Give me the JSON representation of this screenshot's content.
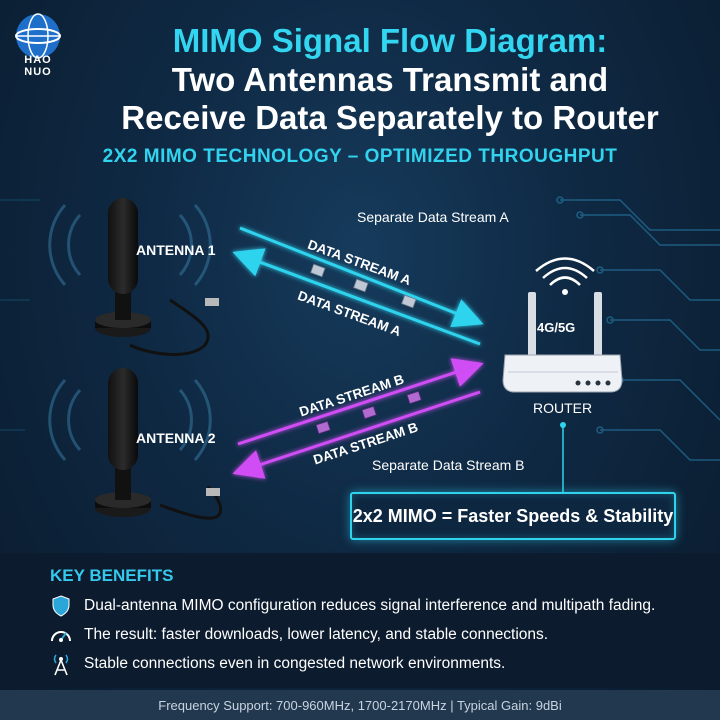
{
  "brand": {
    "logo_text": "HAO NUO"
  },
  "header": {
    "title_line1": "MIMO Signal Flow Diagram:",
    "title_line2": "Two Antennas Transmit and",
    "title_line3": "Receive Data Separately to Router",
    "subtitle": "2X2 MIMO TECHNOLOGY – OPTIMIZED THROUGHPUT"
  },
  "diagram": {
    "antenna1_label": "ANTENNA 1",
    "antenna2_label": "ANTENNA 2",
    "router_label": "ROUTER",
    "router_badge": "4G/5G",
    "stream_a_caption": "Separate Data Stream A",
    "stream_b_caption": "Separate Data Stream B",
    "stream_a_top": "DATA STREAM A",
    "stream_a_bottom": "DATA STREAM A",
    "stream_b_top": "DATA STREAM B",
    "stream_b_bottom": "DATA STREAM B",
    "summary": "2x2 MIMO = Faster Speeds & Stability"
  },
  "benefits": {
    "title": "KEY BENEFITS",
    "items": [
      {
        "icon": "shield-icon",
        "text": "Dual-antenna MIMO configuration reduces signal interference and multipath fading."
      },
      {
        "icon": "speedometer-icon",
        "text": "The result: faster downloads, lower latency, and stable connections."
      },
      {
        "icon": "signal-tower-icon",
        "text": "Stable connections even in congested network environments."
      }
    ]
  },
  "footer": {
    "text": "Frequency Support: 700-960MHz, 1700-2170MHz | Typical Gain: 9dBi"
  },
  "colors": {
    "cyan": "#2fd3ee",
    "magenta": "#c94cf0",
    "background": "#0f2a45"
  }
}
